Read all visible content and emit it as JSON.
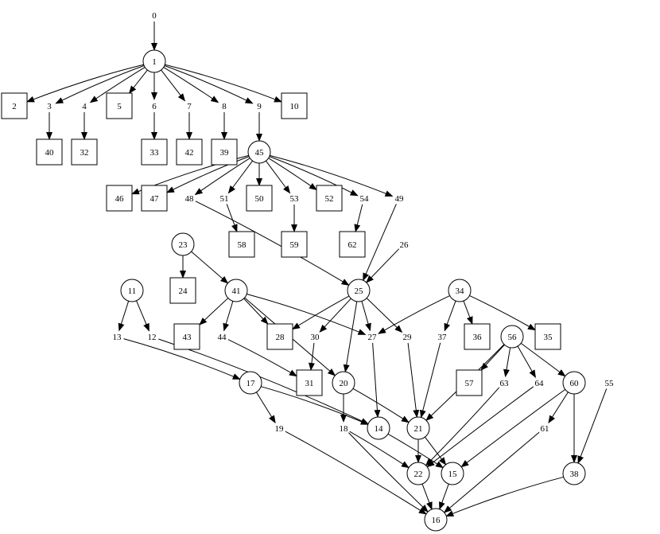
{
  "diagram": {
    "nodes": [
      {
        "id": "0",
        "label": "0",
        "shape": "plain"
      },
      {
        "id": "1",
        "label": "1",
        "shape": "circle"
      },
      {
        "id": "2",
        "label": "2",
        "shape": "box"
      },
      {
        "id": "3",
        "label": "3",
        "shape": "plain"
      },
      {
        "id": "4",
        "label": "4",
        "shape": "plain"
      },
      {
        "id": "5",
        "label": "5",
        "shape": "box"
      },
      {
        "id": "6",
        "label": "6",
        "shape": "plain"
      },
      {
        "id": "7",
        "label": "7",
        "shape": "plain"
      },
      {
        "id": "8",
        "label": "8",
        "shape": "plain"
      },
      {
        "id": "9",
        "label": "9",
        "shape": "plain"
      },
      {
        "id": "10",
        "label": "10",
        "shape": "box"
      },
      {
        "id": "40",
        "label": "40",
        "shape": "box"
      },
      {
        "id": "32",
        "label": "32",
        "shape": "box"
      },
      {
        "id": "33",
        "label": "33",
        "shape": "box"
      },
      {
        "id": "42",
        "label": "42",
        "shape": "box"
      },
      {
        "id": "39",
        "label": "39",
        "shape": "box"
      },
      {
        "id": "45",
        "label": "45",
        "shape": "circle"
      },
      {
        "id": "46",
        "label": "46",
        "shape": "box"
      },
      {
        "id": "47",
        "label": "47",
        "shape": "box"
      },
      {
        "id": "48",
        "label": "48",
        "shape": "plain"
      },
      {
        "id": "51",
        "label": "51",
        "shape": "plain"
      },
      {
        "id": "50",
        "label": "50",
        "shape": "box"
      },
      {
        "id": "53",
        "label": "53",
        "shape": "plain"
      },
      {
        "id": "52",
        "label": "52",
        "shape": "box"
      },
      {
        "id": "54",
        "label": "54",
        "shape": "plain"
      },
      {
        "id": "49",
        "label": "49",
        "shape": "plain"
      },
      {
        "id": "58",
        "label": "58",
        "shape": "box"
      },
      {
        "id": "59",
        "label": "59",
        "shape": "box"
      },
      {
        "id": "62",
        "label": "62",
        "shape": "box"
      },
      {
        "id": "26",
        "label": "26",
        "shape": "plain"
      },
      {
        "id": "23",
        "label": "23",
        "shape": "circle"
      },
      {
        "id": "24",
        "label": "24",
        "shape": "box"
      },
      {
        "id": "41",
        "label": "41",
        "shape": "circle"
      },
      {
        "id": "11",
        "label": "11",
        "shape": "circle"
      },
      {
        "id": "25",
        "label": "25",
        "shape": "circle"
      },
      {
        "id": "34",
        "label": "34",
        "shape": "circle"
      },
      {
        "id": "13",
        "label": "13",
        "shape": "plain"
      },
      {
        "id": "12",
        "label": "12",
        "shape": "plain"
      },
      {
        "id": "43",
        "label": "43",
        "shape": "box"
      },
      {
        "id": "44",
        "label": "44",
        "shape": "plain"
      },
      {
        "id": "28",
        "label": "28",
        "shape": "box"
      },
      {
        "id": "30",
        "label": "30",
        "shape": "plain"
      },
      {
        "id": "27",
        "label": "27",
        "shape": "plain"
      },
      {
        "id": "29",
        "label": "29",
        "shape": "plain"
      },
      {
        "id": "37",
        "label": "37",
        "shape": "plain"
      },
      {
        "id": "36",
        "label": "36",
        "shape": "box"
      },
      {
        "id": "35",
        "label": "35",
        "shape": "box"
      },
      {
        "id": "56",
        "label": "56",
        "shape": "circle"
      },
      {
        "id": "31",
        "label": "31",
        "shape": "box"
      },
      {
        "id": "20",
        "label": "20",
        "shape": "circle"
      },
      {
        "id": "17",
        "label": "17",
        "shape": "circle"
      },
      {
        "id": "57",
        "label": "57",
        "shape": "box"
      },
      {
        "id": "63",
        "label": "63",
        "shape": "plain"
      },
      {
        "id": "64",
        "label": "64",
        "shape": "plain"
      },
      {
        "id": "60",
        "label": "60",
        "shape": "circle"
      },
      {
        "id": "55",
        "label": "55",
        "shape": "plain"
      },
      {
        "id": "19",
        "label": "19",
        "shape": "plain"
      },
      {
        "id": "18",
        "label": "18",
        "shape": "plain"
      },
      {
        "id": "14",
        "label": "14",
        "shape": "circle"
      },
      {
        "id": "21",
        "label": "21",
        "shape": "circle"
      },
      {
        "id": "61",
        "label": "61",
        "shape": "plain"
      },
      {
        "id": "22",
        "label": "22",
        "shape": "circle"
      },
      {
        "id": "15",
        "label": "15",
        "shape": "circle"
      },
      {
        "id": "38",
        "label": "38",
        "shape": "circle"
      },
      {
        "id": "16",
        "label": "16",
        "shape": "circle"
      }
    ],
    "edges": [
      [
        "0",
        "1"
      ],
      [
        "1",
        "2"
      ],
      [
        "1",
        "3"
      ],
      [
        "1",
        "4"
      ],
      [
        "1",
        "5"
      ],
      [
        "1",
        "6"
      ],
      [
        "1",
        "7"
      ],
      [
        "1",
        "8"
      ],
      [
        "1",
        "9"
      ],
      [
        "1",
        "10"
      ],
      [
        "3",
        "40"
      ],
      [
        "4",
        "32"
      ],
      [
        "6",
        "33"
      ],
      [
        "7",
        "42"
      ],
      [
        "8",
        "39"
      ],
      [
        "9",
        "45"
      ],
      [
        "45",
        "46"
      ],
      [
        "45",
        "47"
      ],
      [
        "45",
        "48"
      ],
      [
        "45",
        "51"
      ],
      [
        "45",
        "50"
      ],
      [
        "45",
        "53"
      ],
      [
        "45",
        "52"
      ],
      [
        "45",
        "54"
      ],
      [
        "45",
        "49"
      ],
      [
        "51",
        "58"
      ],
      [
        "53",
        "59"
      ],
      [
        "54",
        "62"
      ],
      [
        "48",
        "25"
      ],
      [
        "49",
        "25"
      ],
      [
        "26",
        "25"
      ],
      [
        "23",
        "24"
      ],
      [
        "23",
        "41"
      ],
      [
        "11",
        "13"
      ],
      [
        "11",
        "12"
      ],
      [
        "41",
        "43"
      ],
      [
        "41",
        "44"
      ],
      [
        "41",
        "28"
      ],
      [
        "41",
        "27"
      ],
      [
        "41",
        "20"
      ],
      [
        "25",
        "28"
      ],
      [
        "25",
        "30"
      ],
      [
        "25",
        "27"
      ],
      [
        "25",
        "29"
      ],
      [
        "25",
        "20"
      ],
      [
        "34",
        "27"
      ],
      [
        "34",
        "37"
      ],
      [
        "34",
        "36"
      ],
      [
        "34",
        "35"
      ],
      [
        "44",
        "31"
      ],
      [
        "30",
        "31"
      ],
      [
        "12",
        "14"
      ],
      [
        "13",
        "17"
      ],
      [
        "17",
        "19"
      ],
      [
        "17",
        "14"
      ],
      [
        "20",
        "18"
      ],
      [
        "20",
        "21"
      ],
      [
        "27",
        "14"
      ],
      [
        "29",
        "21"
      ],
      [
        "37",
        "21"
      ],
      [
        "56",
        "57"
      ],
      [
        "56",
        "63"
      ],
      [
        "56",
        "64"
      ],
      [
        "56",
        "60"
      ],
      [
        "56",
        "21"
      ],
      [
        "60",
        "61"
      ],
      [
        "60",
        "38"
      ],
      [
        "60",
        "15"
      ],
      [
        "55",
        "38"
      ],
      [
        "14",
        "15"
      ],
      [
        "18",
        "22"
      ],
      [
        "21",
        "22"
      ],
      [
        "21",
        "15"
      ],
      [
        "63",
        "22"
      ],
      [
        "64",
        "22"
      ],
      [
        "19",
        "16"
      ],
      [
        "18",
        "16"
      ],
      [
        "22",
        "16"
      ],
      [
        "15",
        "16"
      ],
      [
        "61",
        "16"
      ],
      [
        "38",
        "16"
      ]
    ]
  }
}
